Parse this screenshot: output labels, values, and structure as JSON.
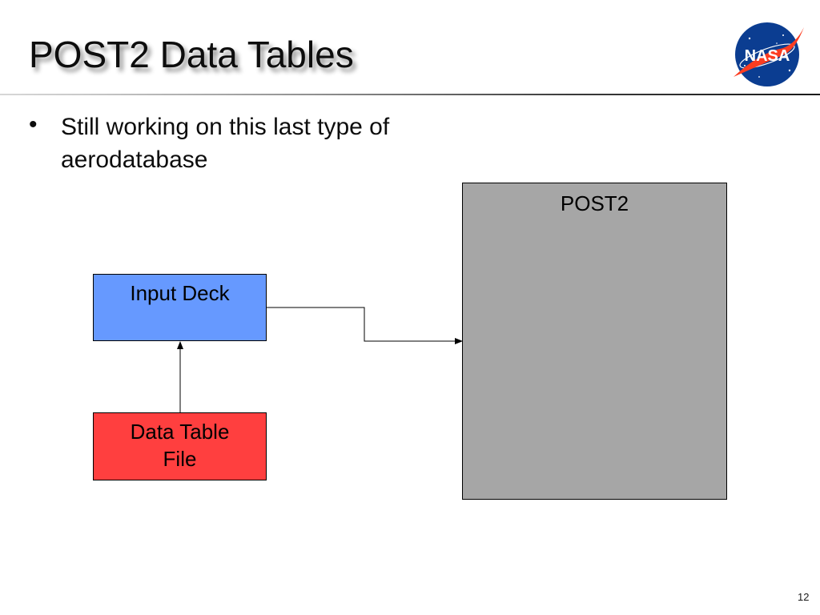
{
  "slide": {
    "title": "POST2 Data Tables",
    "page_number": "12"
  },
  "logo": {
    "text": "NASA",
    "icon": "nasa-meatball-logo",
    "colors": {
      "circle": "#0b3d91",
      "swoosh": "#fc3d21",
      "stars": "#ffffff"
    }
  },
  "bullets": [
    {
      "text": "Still working on this last type of aerodatabase"
    }
  ],
  "diagram": {
    "nodes": {
      "input_deck": {
        "label": "Input Deck",
        "color": "#6699ff"
      },
      "data_table_file": {
        "label": "Data Table File",
        "color": "#ff3f3f"
      },
      "post2": {
        "label": "POST2",
        "color": "#a6a6a6"
      }
    },
    "edges": [
      {
        "from": "data_table_file",
        "to": "input_deck"
      },
      {
        "from": "input_deck",
        "to": "post2"
      }
    ]
  }
}
